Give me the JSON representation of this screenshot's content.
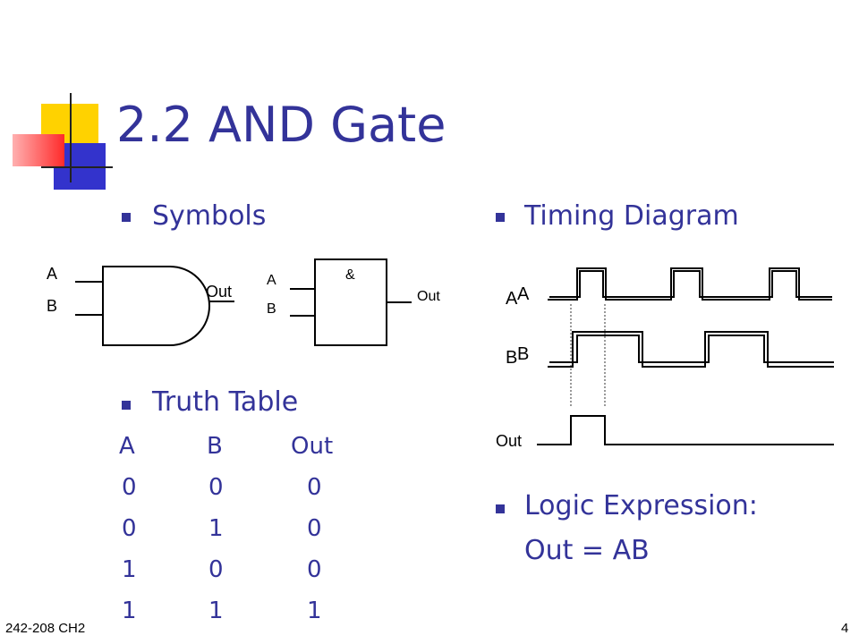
{
  "slide": {
    "title": "2.2 AND Gate",
    "footer_left": "242-208 CH2",
    "page_number": "4"
  },
  "symbols": {
    "heading": "Symbols",
    "and_gate": {
      "input_a": "A",
      "input_b": "B",
      "output": "Out"
    },
    "iec_gate": {
      "input_a": "A",
      "input_b": "B",
      "output": "Out",
      "symbol": "&"
    }
  },
  "truth_table": {
    "heading": "Truth Table",
    "columns": [
      "A",
      "B",
      "Out"
    ],
    "rows": [
      [
        "0",
        "0",
        "0"
      ],
      [
        "0",
        "1",
        "0"
      ],
      [
        "1",
        "0",
        "0"
      ],
      [
        "1",
        "1",
        "1"
      ]
    ]
  },
  "timing": {
    "heading": "Timing Diagram",
    "label_a": "A",
    "label_a_overlay": "A",
    "label_b": "B",
    "label_b_overlay": "B",
    "label_out": "Out"
  },
  "logic": {
    "heading": "Logic Expression:",
    "expression": "Out = AB"
  },
  "colors": {
    "text_accent": "#333399",
    "deco_yellow": "#ffcc00",
    "deco_blue": "#3333cc",
    "deco_red": "#ff3333"
  }
}
